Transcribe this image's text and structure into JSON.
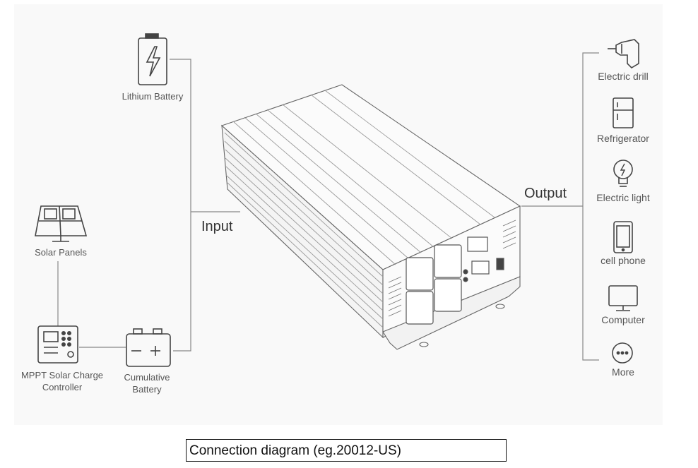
{
  "input": {
    "label": "Input",
    "sources": [
      {
        "label": "Lithium Battery",
        "icon": "lithium-battery-icon"
      },
      {
        "label": "Solar Panels",
        "icon": "solar-panel-icon"
      },
      {
        "label": "MPPT Solar Charge Controller",
        "line1": "MPPT Solar Charge",
        "line2": "Controller",
        "icon": "charge-controller-icon"
      },
      {
        "label": "Cumulative Battery",
        "line1": "Cumulative",
        "line2": "Battery",
        "icon": "battery-icon"
      }
    ]
  },
  "device": {
    "icon": "power-inverter-icon"
  },
  "output": {
    "label": "Output",
    "loads": [
      {
        "label": "Electric drill",
        "icon": "drill-icon"
      },
      {
        "label": "Refrigerator",
        "icon": "refrigerator-icon"
      },
      {
        "label": "Electric light",
        "icon": "light-bulb-icon"
      },
      {
        "label": "cell phone",
        "icon": "cell-phone-icon"
      },
      {
        "label": "Computer",
        "icon": "computer-icon"
      },
      {
        "label": "More",
        "icon": "more-icon"
      }
    ]
  },
  "caption": "Connection diagram (eg.20012-US)",
  "colors": {
    "line": "#888888",
    "icon": "#444444",
    "background": "#f9f9f9"
  }
}
